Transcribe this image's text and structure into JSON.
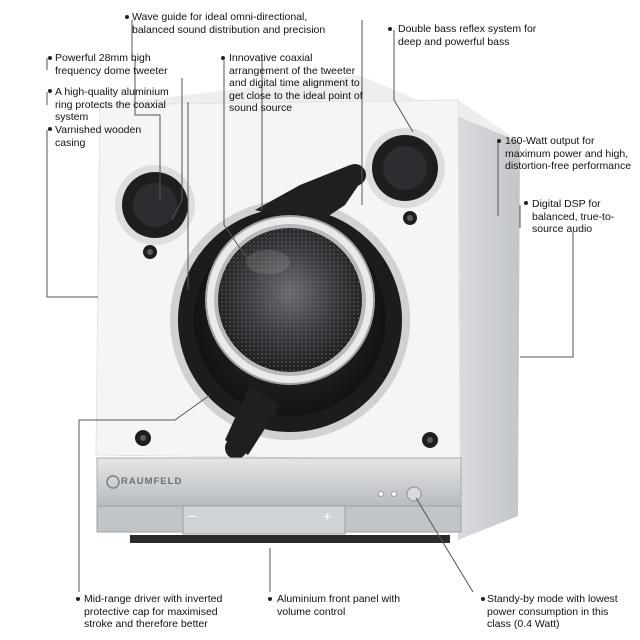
{
  "callouts": {
    "wave_guide": "Wave guide for ideal omni-directional, balanced sound distribution and precision",
    "bass_reflex": "Double bass reflex system for deep and powerful bass",
    "tweeter": "Powerful 28mm high frequency dome tweeter",
    "coaxial": "Innovative coaxial arrangement of the tweeter and digital time alignment to get close to the ideal point of sound source",
    "aluminium_ring": "A high-quality aluminium ring protects the coaxial system",
    "casing": "Varnished wooden casing",
    "output": "160-Watt output for maximum power and high, distortion-free performance",
    "dsp": "Digital DSP for balanced, true-to-source audio",
    "midrange": "Mid-range driver with inverted protective cap for maximised stroke and therefore better",
    "front_panel": "Aluminium front panel with volume control",
    "standby": "Standy-by mode with lowest power consumption in this class (0.4 Watt)"
  },
  "device": {
    "brand": "RAUMFELD",
    "minus_label": "−",
    "plus_label": "+"
  },
  "colors": {
    "casing": "#f4f5f6",
    "panel": "#c9ccce",
    "driver": "#1b1c1e",
    "ring": "#d4d6d9",
    "leader": "#555555"
  }
}
